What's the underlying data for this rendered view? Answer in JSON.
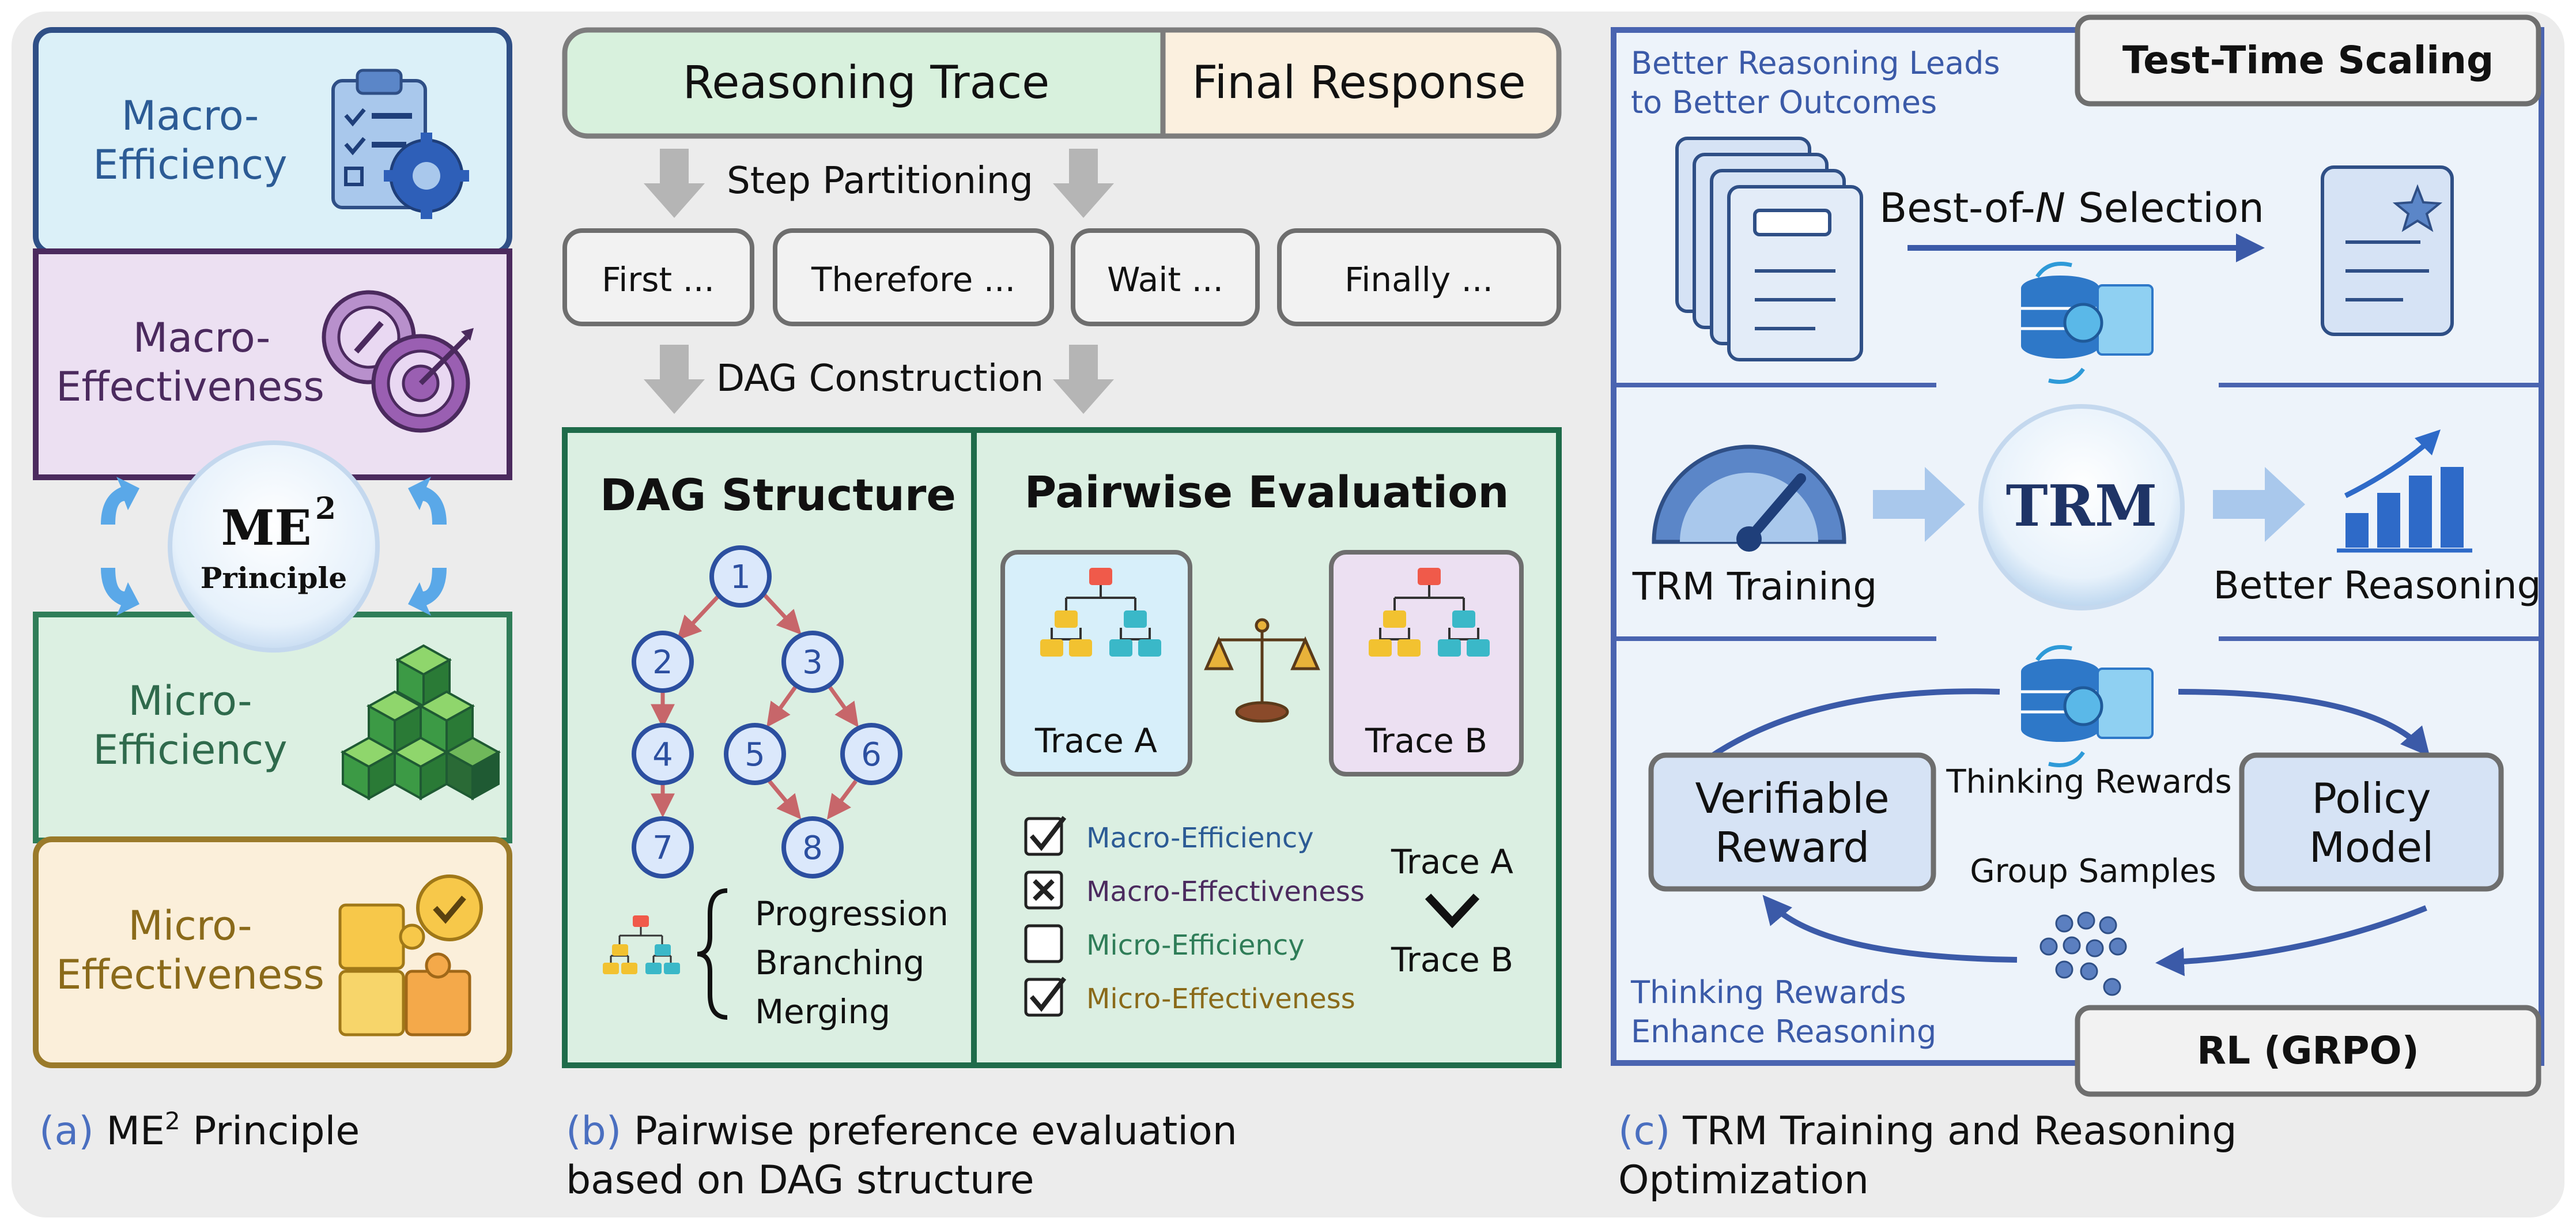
{
  "colors": {
    "page_bg": "#ececec",
    "panel_blue": "#dbf0f8",
    "panel_purple": "#ece0f2",
    "panel_green": "#dcf0e2",
    "panel_orange": "#fbefda",
    "border_navy": "#2f4f86",
    "border_purple": "#4b2a5e",
    "border_green": "#2f7d58",
    "border_brown": "#9a7a2a",
    "dag_green_bg": "#dbefe2",
    "dag_green_border": "#1f6b4a",
    "trace_green": "#d8f1dd",
    "final_beige": "#fbf0df",
    "arrow_gray": "#b5b5b5",
    "node_blue": "#2c4fa0",
    "node_fill": "#dbe8fb",
    "edge_red": "#c7666a",
    "caption_blue": "#4a6fc0",
    "right_border": "#4a64b0",
    "right_bg": "#edf3fa"
  },
  "panel_a": {
    "boxes": [
      {
        "label_1": "Macro-",
        "label_2": "Efficiency",
        "icon": "clipboard-gear-icon"
      },
      {
        "label_1": "Macro-",
        "label_2": "Effectiveness",
        "icon": "compass-target-icon"
      },
      {
        "label_1": "Micro-",
        "label_2": "Efficiency",
        "icon": "cubes-icon"
      },
      {
        "label_1": "Micro-",
        "label_2": "Effectiveness",
        "icon": "puzzle-check-icon"
      }
    ],
    "center_title": "ME",
    "center_sup": "2",
    "center_sub": "Principle",
    "caption_prefix": "(a)",
    "caption_main": " ME",
    "caption_sup": "2",
    "caption_rest": " Principle"
  },
  "panel_b": {
    "reasoning_trace": "Reasoning Trace",
    "final_response": "Final Response",
    "step_partitioning": "Step Partitioning",
    "steps": [
      "First ...",
      "Therefore ...",
      "Wait ...",
      "Finally ..."
    ],
    "dag_construction": "DAG Construction",
    "dag_title": "DAG Structure",
    "nodes": [
      "1",
      "2",
      "3",
      "4",
      "5",
      "6",
      "7",
      "8"
    ],
    "legend": [
      "Progression",
      "Branching",
      "Merging"
    ],
    "pair_title": "Pairwise Evaluation",
    "trace_a": "Trace A",
    "trace_b": "Trace B",
    "criteria": [
      {
        "label": "Macro-Efficiency",
        "mark": "check",
        "color": "#2c5b95"
      },
      {
        "label": "Macro-Effectiveness",
        "mark": "cross",
        "color": "#4b2a5e"
      },
      {
        "label": "Micro-Efficiency",
        "mark": "none",
        "color": "#2f7d58"
      },
      {
        "label": "Micro-Effectiveness",
        "mark": "check",
        "color": "#8a6a1a"
      }
    ],
    "compare_top": "Trace A",
    "compare_bottom": "Trace B",
    "caption_prefix": "(b)",
    "caption_line1": " Pairwise preference evaluation",
    "caption_line2": "based on DAG structure"
  },
  "panel_c": {
    "tts_label": "Test-Time Scaling",
    "better_line1": "Better Reasoning Leads",
    "better_line2": "to Better Outcomes",
    "best_of_prefix": "Best-of-",
    "best_of_n": "N",
    "best_of_suffix": " Selection",
    "trm": "TRM",
    "trm_training": "TRM Training",
    "better_reasoning": "Better Reasoning",
    "verifiable_1": "Verifiable",
    "verifiable_2": "Reward",
    "policy_1": "Policy",
    "policy_2": "Model",
    "thinking_rewards": "Thinking Rewards",
    "group_samples": "Group Samples",
    "enhance_line1": "Thinking Rewards",
    "enhance_line2": "Enhance Reasoning",
    "rl_label": "RL (GRPO)",
    "caption_prefix": "(c)",
    "caption_line1": " TRM Training and Reasoning",
    "caption_line2": "Optimization"
  }
}
